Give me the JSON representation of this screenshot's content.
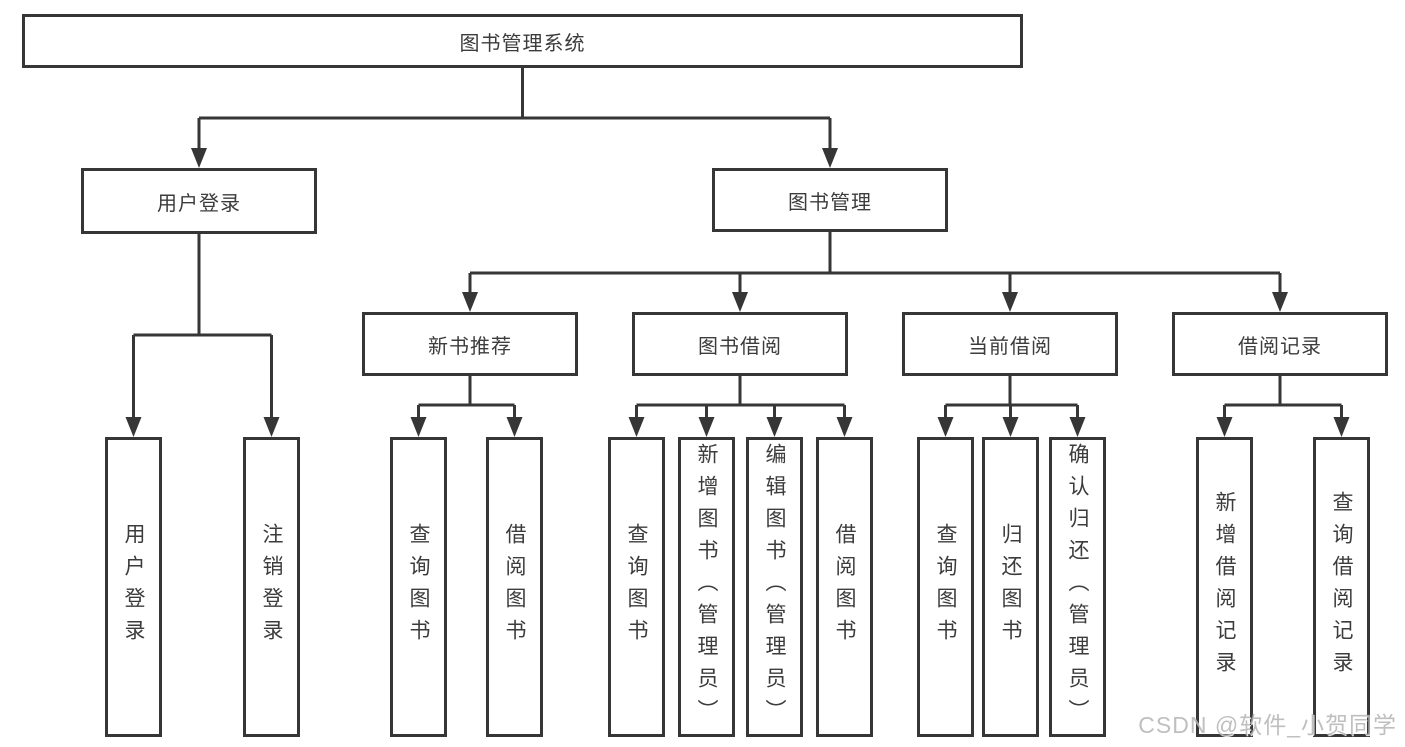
{
  "diagram": {
    "root": {
      "label": "图书管理系统"
    },
    "level2": [
      {
        "label": "用户登录"
      },
      {
        "label": "图书管理"
      }
    ],
    "level3": [
      {
        "label": "新书推荐"
      },
      {
        "label": "图书借阅"
      },
      {
        "label": "当前借阅"
      },
      {
        "label": "借阅记录"
      }
    ],
    "leaves": [
      {
        "label": "用户登录"
      },
      {
        "label": "注销登录"
      },
      {
        "label": "查询图书"
      },
      {
        "label": "借阅图书"
      },
      {
        "label": "查询图书"
      },
      {
        "label": "新增图书（管理员）"
      },
      {
        "label": "编辑图书（管理员）"
      },
      {
        "label": "借阅图书"
      },
      {
        "label": "查询图书"
      },
      {
        "label": "归还图书"
      },
      {
        "label": "确认归还（管理员）"
      },
      {
        "label": "新增借阅记录"
      },
      {
        "label": "查询借阅记录"
      }
    ]
  },
  "watermark": {
    "text": "CSDN @软件_小贺同学"
  },
  "colors": {
    "line": "#363636",
    "text": "#3c3c3c",
    "watermark": "#b5b5b5",
    "background": "#ffffff"
  }
}
